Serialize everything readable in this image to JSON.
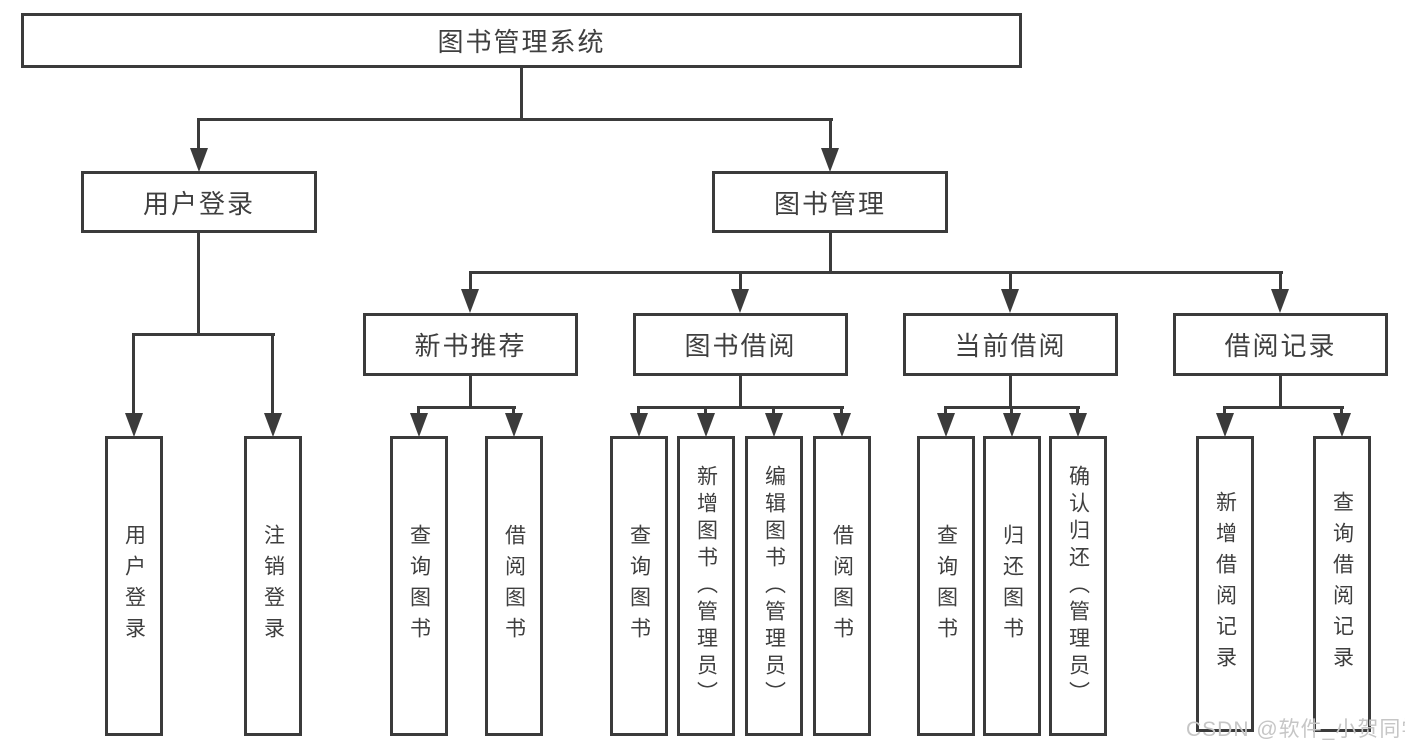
{
  "watermark": "CSDN @软件_小贺同学",
  "colors": {
    "line": "#3b3b3b",
    "text": "#3f3f3f",
    "watermark": "#c6c6c6",
    "background": "#ffffff"
  },
  "nodes": {
    "root": "图书管理系统",
    "user_login": {
      "label": "用户登录",
      "children": [
        "用户登录",
        "注销登录"
      ]
    },
    "book_mgmt": {
      "label": "图书管理",
      "sections": [
        {
          "label": "新书推荐",
          "children": [
            "查询图书",
            "借阅图书"
          ]
        },
        {
          "label": "图书借阅",
          "children": [
            "查询图书",
            "新增图书（管理员）",
            "编辑图书（管理员）",
            "借阅图书"
          ]
        },
        {
          "label": "当前借阅",
          "children": [
            "查询图书",
            "归还图书",
            "确认归还（管理员）"
          ]
        },
        {
          "label": "借阅记录",
          "children": [
            "新增借阅记录",
            "查询借阅记录"
          ]
        }
      ]
    }
  }
}
